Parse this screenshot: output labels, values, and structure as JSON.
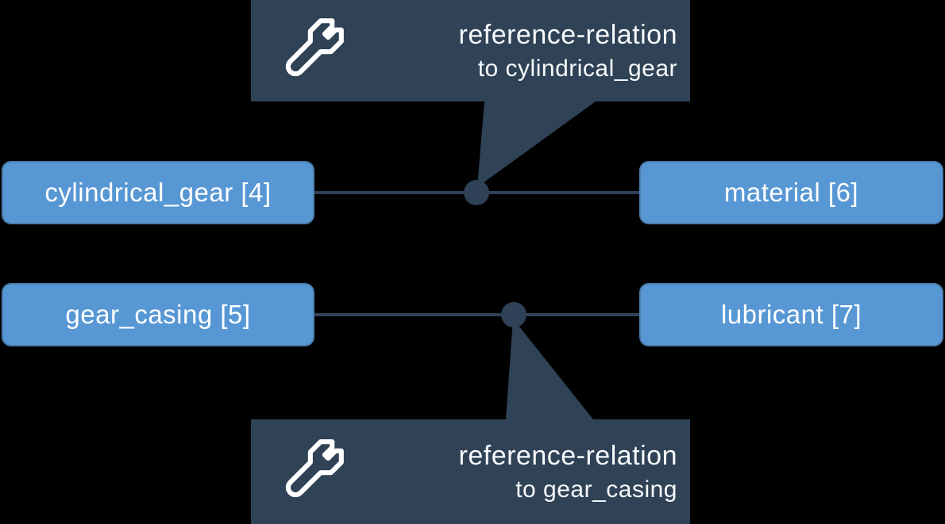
{
  "diagram": {
    "background": "#000000",
    "colors": {
      "node_fill": "#5797d4",
      "node_border": "#4b7dac",
      "connector": "#2e4156",
      "tooltip_bg": "#2f4256",
      "text": "#ffffff"
    },
    "nodes": [
      {
        "label": "cylindrical_gear [4]"
      },
      {
        "label": "material [6]"
      },
      {
        "label": "gear_casing [5]"
      },
      {
        "label": "lubricant [7]"
      }
    ],
    "tooltips": [
      {
        "icon": "wrench-icon",
        "line1": "reference-relation",
        "line2": "to cylindrical_gear"
      },
      {
        "icon": "wrench-icon",
        "line1": "reference-relation",
        "line2": "to gear_casing"
      }
    ]
  }
}
